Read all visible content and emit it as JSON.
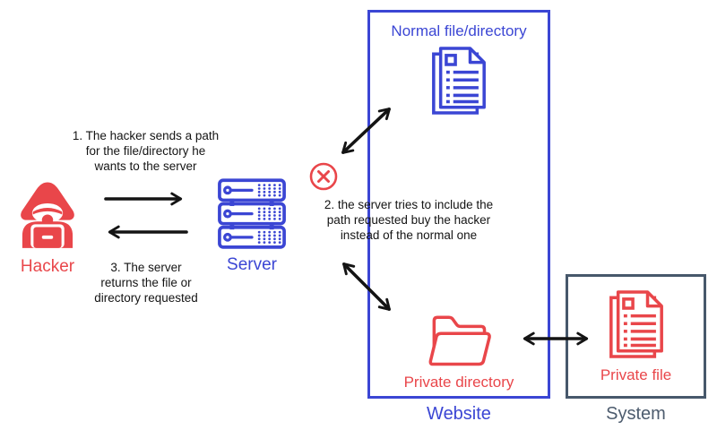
{
  "colors": {
    "red": "#e9464a",
    "blue": "#3b46d4",
    "slate_border": "#47586b",
    "slate_text": "#4d5c6e",
    "arrow_black": "#141414"
  },
  "hacker": {
    "label": "Hacker"
  },
  "server": {
    "label": "Server"
  },
  "steps": {
    "s1": "1. The hacker sends a path\nfor the file/directory he\nwants to the server",
    "s2": "2. the server tries to include the\npath requested buy the hacker\ninstead of the normal one",
    "s3": "3. The server\nreturns the file or\ndirectory requested"
  },
  "website": {
    "caption": "Website",
    "normal_label": "Normal file/directory",
    "private_directory_label": "Private directory"
  },
  "system": {
    "caption": "System",
    "private_file_label": "Private file"
  },
  "icons": {
    "hacker": "hooded-hacker-figure",
    "server": "server-rack-3-units",
    "normal_file": "stacked-document",
    "private_directory": "open-folder",
    "private_file": "stacked-document",
    "blocked": "x-circle"
  }
}
